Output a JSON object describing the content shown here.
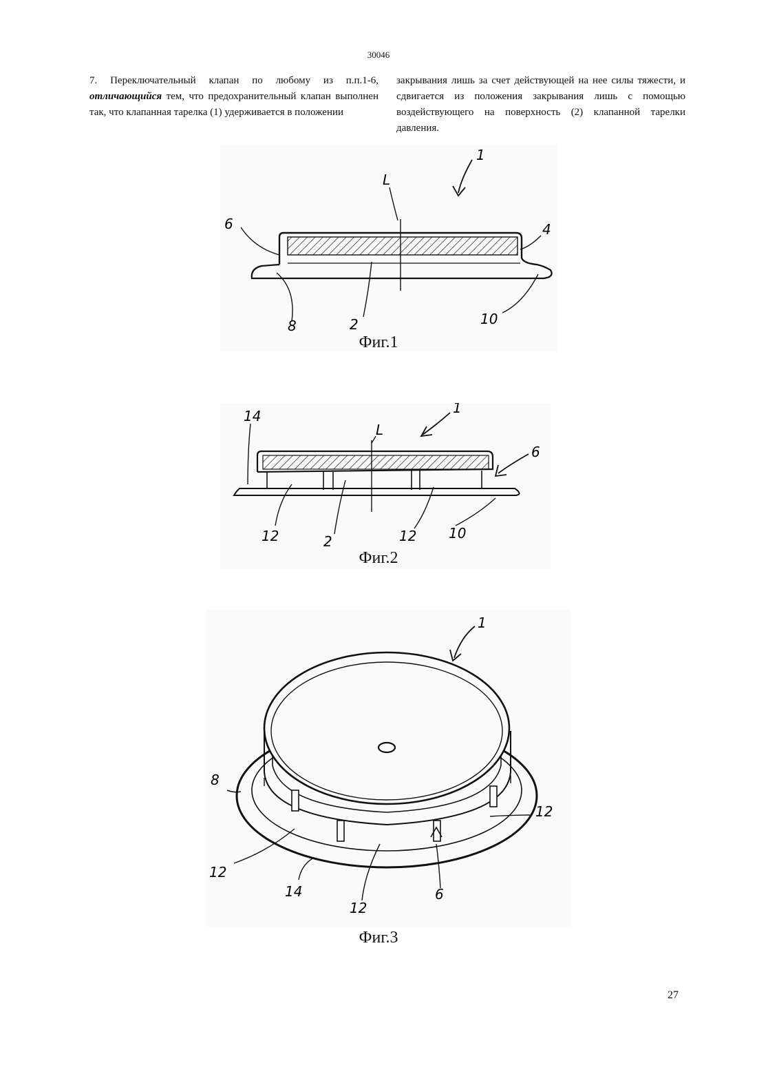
{
  "header": {
    "patent_number": "30046"
  },
  "claim": {
    "left_pre": "7. Переключательный клапан по любому из п.п.1-6, ",
    "left_emph": "отличающийся",
    "left_post": " тем, что предохранительный клапан выполнен так, что клапанная тарелка (1) удерживается в положении",
    "right": "закрывания лишь за счет действующей на нее силы тяжести, и сдвигается из положения закрывания лишь с помощью воздействующего на поверхность (2) клапанной тарелки давления."
  },
  "figures": [
    {
      "caption": "Фиг.1",
      "labels": {
        "l1": "1",
        "lL": "L",
        "l6": "6",
        "l4": "4",
        "l8": "8",
        "l2": "2",
        "l10": "10"
      }
    },
    {
      "caption": "Фиг.2",
      "labels": {
        "l14": "14",
        "lL": "L",
        "l1": "1",
        "l6": "6",
        "l12a": "12",
        "l2": "2",
        "l12b": "12",
        "l10": "10"
      }
    },
    {
      "caption": "Фиг.3",
      "labels": {
        "l1": "1",
        "l8": "8",
        "l12a": "12",
        "l12b": "12",
        "l14": "14",
        "l12c": "12",
        "l6": "6"
      }
    }
  ],
  "footer": {
    "page_number": "27"
  }
}
